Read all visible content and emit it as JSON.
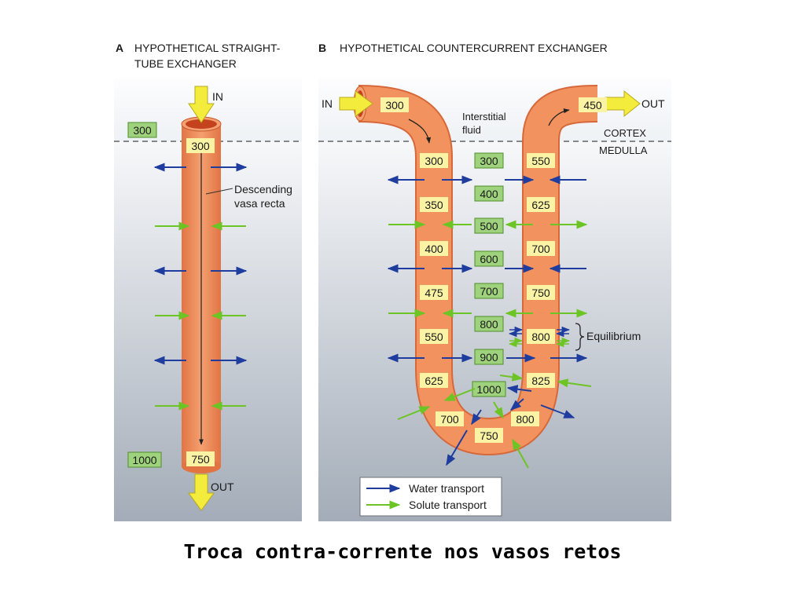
{
  "panel_a": {
    "letter": "A",
    "title_line1": "HYPOTHETICAL STRAIGHT-",
    "title_line2": "TUBE EXCHANGER",
    "in_label": "IN",
    "out_label": "OUT",
    "tube_top_value": "300",
    "tube_bottom_value": "750",
    "interstitial_top": "300",
    "interstitial_bottom": "1000",
    "vessel_line1": "Descending",
    "vessel_line2": "vasa recta"
  },
  "panel_b": {
    "letter": "B",
    "title": "HYPOTHETICAL COUNTERCURRENT EXCHANGER",
    "in_label": "IN",
    "out_label": "OUT",
    "in_value": "300",
    "out_value": "450",
    "interstitial_line1": "Interstitial",
    "interstitial_line2": "fluid",
    "zone_cortex": "CORTEX",
    "zone_medulla": "MEDULLA",
    "descending_values": [
      "300",
      "350",
      "400",
      "475",
      "550",
      "625",
      "700"
    ],
    "bottom_value": "750",
    "ascending_values": [
      "800",
      "825",
      "800",
      "750",
      "700",
      "625",
      "550"
    ],
    "interstitial_values": [
      "300",
      "400",
      "500",
      "600",
      "700",
      "800",
      "900",
      "1000"
    ],
    "equilibrium_label": "Equilibrium"
  },
  "legend": {
    "water": "Water transport",
    "solute": "Solute transport"
  },
  "colors": {
    "tube": "#f08c5a",
    "tube_dark": "#d6683a",
    "water_arrow": "#1f3d9e",
    "solute_arrow": "#6cc425",
    "value_box": "#fbf3a4",
    "interstitial_box": "#9fd27c",
    "yellow_arrow": "#f4ec3c"
  },
  "caption": "Troca contra-corrente nos vasos retos"
}
